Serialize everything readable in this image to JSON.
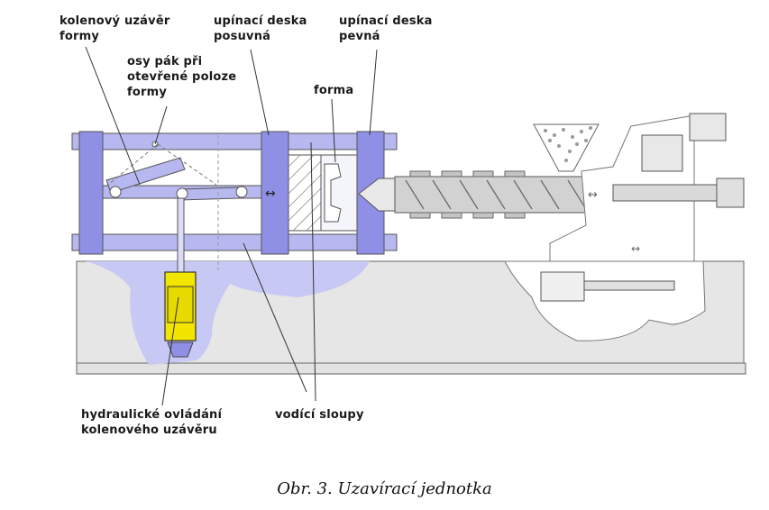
{
  "labels": {
    "toggle": [
      "kolenový uzávěr",
      "formy"
    ],
    "moving_plate": [
      "upínací deska",
      "posuvná"
    ],
    "fixed_plate": [
      "upínací deska",
      "pevná"
    ],
    "lever_axes": [
      "osy pák při",
      "otevřené poloze",
      "formy"
    ],
    "mold": [
      "forma"
    ],
    "hydraulic": [
      "hydraulické ovládání",
      "kolenového uzávěru"
    ],
    "guide_columns": [
      "vodící sloupy"
    ]
  },
  "caption": "Obr. 3. Uzavírací jednotka",
  "colors": {
    "plate": "#8f8fe6",
    "bar": "#b8b8f0",
    "machine_bed": "#e6e6e6",
    "oil": "#c8c8f4",
    "cylinder": "#f2e600",
    "outline": "#555555"
  },
  "symbols": {
    "arrow_pair": "↔"
  }
}
